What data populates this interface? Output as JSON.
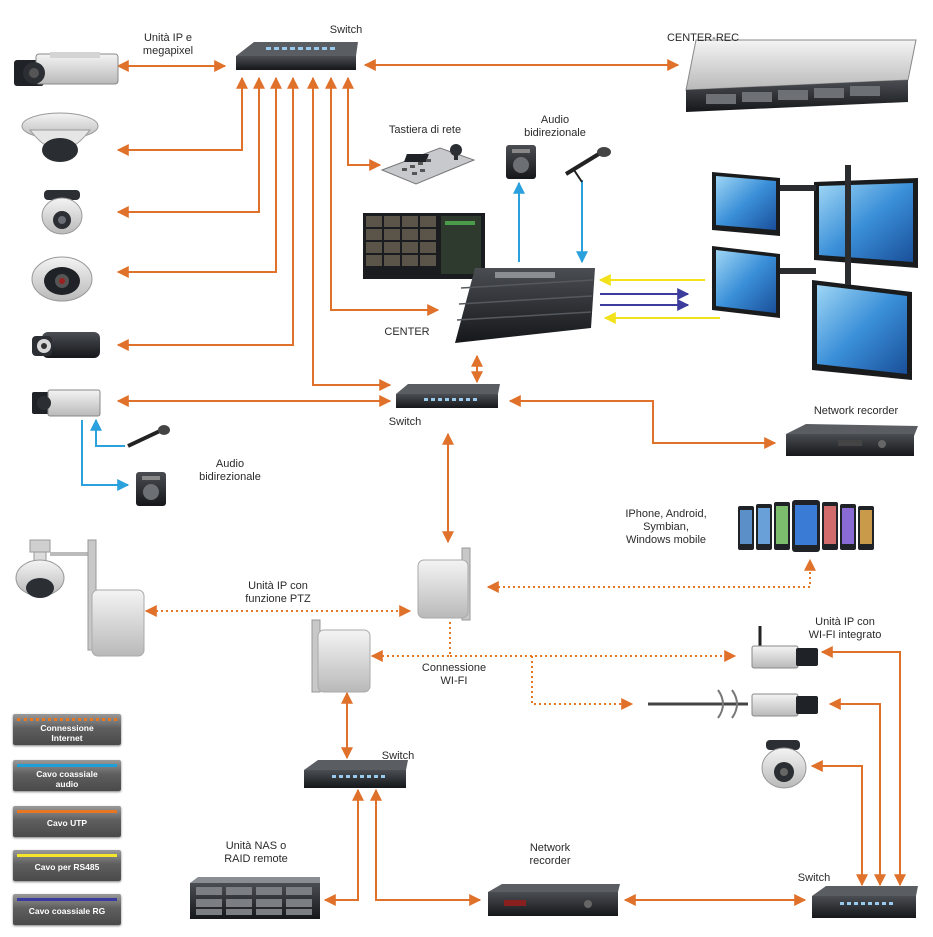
{
  "labels": {
    "unita_ip_megapixel": [
      "Unità IP e",
      "megapixel"
    ],
    "switch_top": "Switch",
    "center_rec": "CENTER-REC",
    "tastiera": "Tastiera di rete",
    "audio_top": [
      "Audio",
      "bidirezionale"
    ],
    "center": "CENTER",
    "switch_mid": "Switch",
    "network_recorder_top": "Network recorder",
    "audio_left": [
      "Audio",
      "bidirezionale"
    ],
    "phones": [
      "IPhone, Android,",
      "Symbian,",
      "Windows mobile"
    ],
    "ptz": [
      "Unità IP con",
      "funzione PTZ"
    ],
    "wifi_cam": [
      "Unità IP con",
      "WI-FI integrato"
    ],
    "connessione_wifi": [
      "Connessione",
      "WI-FI"
    ],
    "switch_low": "Switch",
    "nas": [
      "Unità NAS o",
      "RAID remote"
    ],
    "network_recorder_bottom": [
      "Network",
      "recorder"
    ],
    "switch_br": "Switch"
  },
  "legend": [
    {
      "label": "Connessione Internet",
      "line": [
        "Connessione",
        "Internet"
      ],
      "color": "#e87722",
      "style": "dotted"
    },
    {
      "label": "Cavo coassiale audio",
      "line": [
        "Cavo coassiale",
        "audio"
      ],
      "color": "#1e9fd8",
      "style": "solid"
    },
    {
      "label": "Cavo UTP",
      "line": [
        "Cavo UTP"
      ],
      "color": "#e87722",
      "style": "solid"
    },
    {
      "label": "Cavo per RS485",
      "line": [
        "Cavo per RS485"
      ],
      "color": "#f5e62a",
      "style": "solid"
    },
    {
      "label": "Cavo coassiale RG",
      "line": [
        "Cavo coassiale RG"
      ],
      "color": "#3a3aa0",
      "style": "solid"
    }
  ],
  "colors": {
    "utp": "#e0712a",
    "audio": "#2aa1dc",
    "rs485": "#f2e21c",
    "rg": "#3b3c9c",
    "device_dark": "#1f2226",
    "device_light": "#e8e8e8"
  },
  "icons": [
    "box-camera-icon",
    "dome-camera-icon",
    "mini-dome-camera-icon",
    "ir-dome-camera-icon",
    "bullet-camera-icon",
    "network-switch-icon",
    "rack-server-icon",
    "ptz-keyboard-icon",
    "speaker-icon",
    "microphone-icon",
    "monitor-icon",
    "network-recorder-icon",
    "smartphone-icon",
    "ptz-camera-icon",
    "wifi-antenna-icon",
    "nas-storage-icon"
  ]
}
